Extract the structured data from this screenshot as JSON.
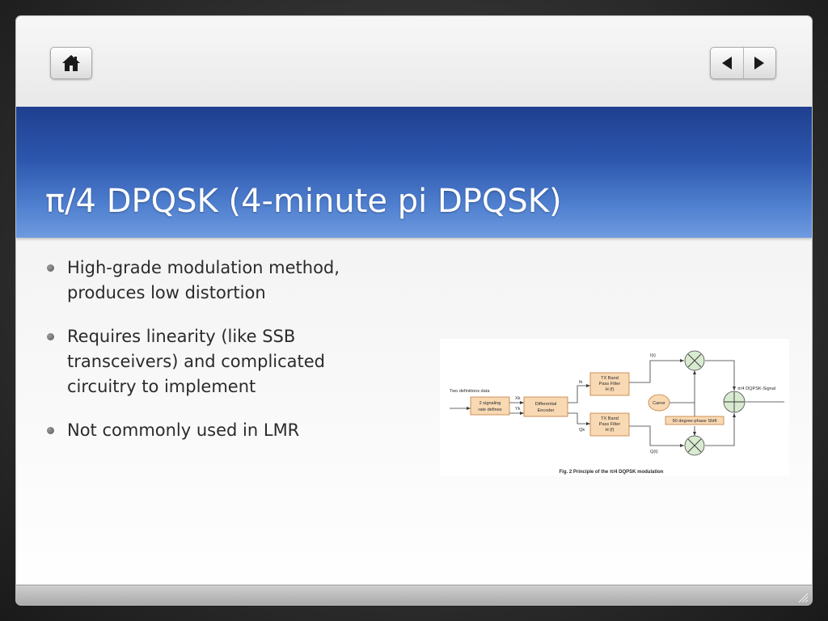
{
  "slide": {
    "title": "π/4 DPQSK (4-minute pi DPQSK)",
    "bullets": [
      "High-grade modulation method, produces low distortion",
      "Requires linearity (like SSB transceivers) and complicated circuitry to implement",
      "Not commonly used in LMR"
    ]
  },
  "nav": {
    "home_icon": "home-icon",
    "prev_icon": "arrow-left-icon",
    "next_icon": "arrow-right-icon"
  },
  "figure": {
    "input_label": "Two definitions data",
    "block_signaling": [
      "2 signaling",
      "rate defines"
    ],
    "xk": "Xk",
    "yk": "Yk",
    "block_encoder": [
      "Differential",
      "Encoder"
    ],
    "ik": "Ik",
    "qk": "Qk",
    "tx_filter_top": [
      "TX Band",
      "Pass Filter",
      "H (f)"
    ],
    "tx_filter_bottom": [
      "TX Band",
      "Pass Filter",
      "H (f)"
    ],
    "it": "I(t)",
    "qt": "Q(t)",
    "carrier": "Carrer",
    "phase_shift": "90 degree-phase Shift",
    "output_label": "π/4 DQPSK-Signal",
    "caption": "Fig. 2 Principle of the π/4 DQPSK modulation"
  },
  "colors": {
    "banner_top": "#1f3f8f",
    "banner_bottom": "#6e9adf",
    "block_fill": "#f8d9b4",
    "block_stroke": "#c47a3a",
    "mixer_fill": "#d8ead0"
  }
}
